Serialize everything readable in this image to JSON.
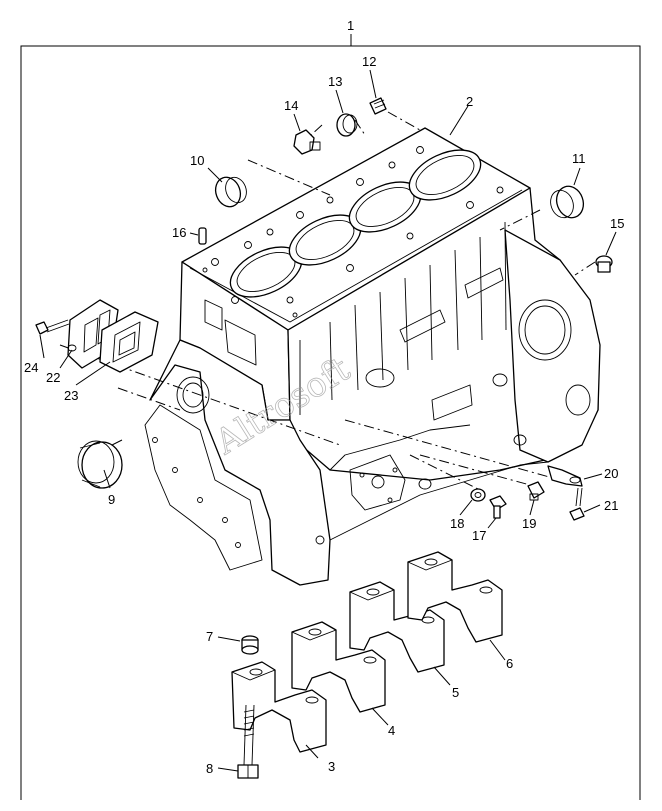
{
  "diagram": {
    "assembly_label": "1",
    "callouts": [
      {
        "id": "c2",
        "text": "2"
      },
      {
        "id": "c3",
        "text": "3"
      },
      {
        "id": "c4",
        "text": "4"
      },
      {
        "id": "c5",
        "text": "5"
      },
      {
        "id": "c6",
        "text": "6"
      },
      {
        "id": "c7",
        "text": "7"
      },
      {
        "id": "c8",
        "text": "8"
      },
      {
        "id": "c9",
        "text": "9"
      },
      {
        "id": "c10",
        "text": "10"
      },
      {
        "id": "c11",
        "text": "11"
      },
      {
        "id": "c12",
        "text": "12"
      },
      {
        "id": "c13",
        "text": "13"
      },
      {
        "id": "c14",
        "text": "14"
      },
      {
        "id": "c15",
        "text": "15"
      },
      {
        "id": "c16",
        "text": "16"
      },
      {
        "id": "c17",
        "text": "17"
      },
      {
        "id": "c18",
        "text": "18"
      },
      {
        "id": "c19",
        "text": "19"
      },
      {
        "id": "c20",
        "text": "20"
      },
      {
        "id": "c21",
        "text": "21"
      },
      {
        "id": "c22",
        "text": "22"
      },
      {
        "id": "c23",
        "text": "23"
      },
      {
        "id": "c24",
        "text": "24"
      }
    ],
    "watermark": "Altrosoft"
  }
}
